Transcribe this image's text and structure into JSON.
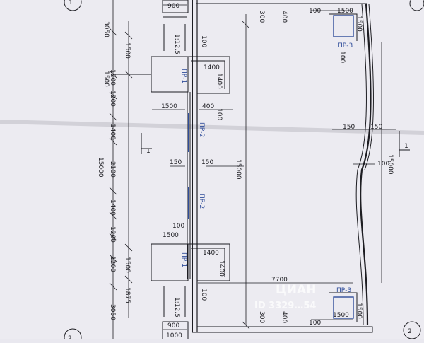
{
  "drawing": {
    "paper_color": "#ecebf1",
    "line_color": "#1d1d22",
    "accent_color": "#2f4d9a",
    "axis_markers": [
      "1",
      "2",
      "2"
    ],
    "section_marks": [
      "1",
      "1"
    ],
    "slope_labels": [
      "1:12,5",
      "1:12,5"
    ],
    "openings": [
      "ПР-1",
      "ПР-2",
      "ПР-2",
      "ПР-1",
      "ПР-3",
      "ПР-3"
    ],
    "left_chain": [
      "3050",
      "1500",
      "1200",
      "1200",
      "1400",
      "2100",
      "1400",
      "1200",
      "1200",
      "1875",
      "3050"
    ],
    "left_inner": [
      "1500",
      "1500"
    ],
    "porch_dims": [
      "900",
      "900",
      "1000"
    ],
    "step_dims": [
      "100",
      "1400",
      "1400",
      "1500",
      "400",
      "100",
      "150",
      "150",
      "100",
      "1500",
      "1400",
      "1400",
      "100"
    ],
    "overall": [
      "15000",
      "15000",
      "15000"
    ],
    "right_dims": [
      "300",
      "400",
      "100",
      "1500",
      "1500",
      "100",
      "150",
      "150",
      "100",
      "7700",
      "300",
      "400",
      "100",
      "1500",
      "1500"
    ],
    "watermark": "ЦИАН",
    "watermark_id": "ID 3329…54"
  }
}
